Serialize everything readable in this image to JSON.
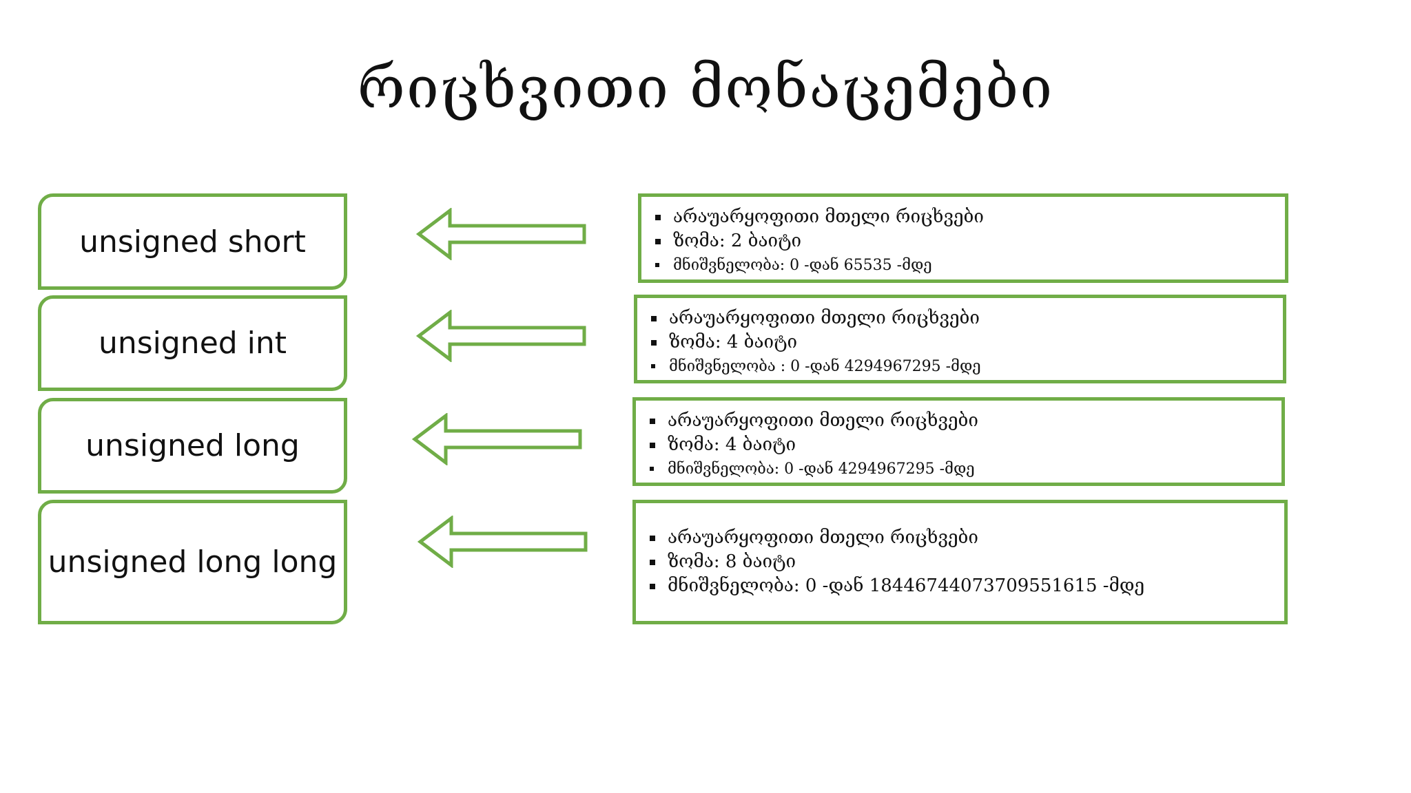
{
  "title": "რიცხვითი მონაცემები",
  "accent_color": "#70ad47",
  "types": [
    {
      "name": "unsigned short",
      "description": "არაუარყოფითი მთელი რიცხვები",
      "size": "ზომა: 2 ბაიტი",
      "range": "მნიშვნელობა:    0 -დან  65535 -მდე"
    },
    {
      "name": "unsigned int",
      "description": "არაუარყოფითი მთელი რიცხვები",
      "size": "ზომა: 4 ბაიტი",
      "range": "მნიშვნელობა :    0 -დან  4294967295 -მდე"
    },
    {
      "name": "unsigned long",
      "description": "არაუარყოფითი მთელი რიცხვები",
      "size": "ზომა: 4 ბაიტი",
      "range": "მნიშვნელობა:    0 -დან  4294967295 -მდე"
    },
    {
      "name": "unsigned long long",
      "description": "არაუარყოფითი მთელი რიცხვები",
      "size": "ზომა: 8 ბაიტი",
      "range": "მნიშვნელობა:    0 -დან   18446744073709551615 -მდე"
    }
  ]
}
